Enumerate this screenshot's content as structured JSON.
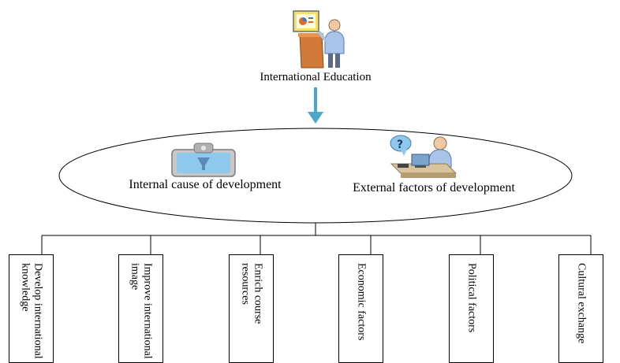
{
  "diagram": {
    "title": "International Education",
    "internal_label": "Internal cause of development",
    "external_label": "External factors of development",
    "boxes": [
      "Develop international knowledge",
      "Improve international image",
      "Enrich course resources",
      "Economic factors",
      "Political factors",
      "Cultural exchange"
    ],
    "colors": {
      "arrow": "#4aa8c8",
      "lines": "#000000"
    },
    "icons": [
      "presenter-icon",
      "projector-icon",
      "help-desk-icon"
    ]
  }
}
